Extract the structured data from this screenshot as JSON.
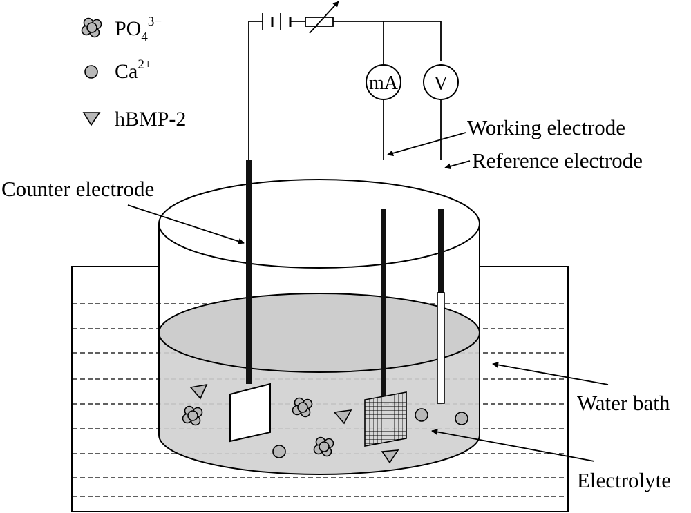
{
  "legend": {
    "phosphate": {
      "base": "PO",
      "subscript": "4",
      "superscript": "3−"
    },
    "calcium": {
      "base": "Ca",
      "superscript": "2+"
    },
    "protein": {
      "text": "hBMP-2"
    }
  },
  "meters": {
    "ammeter": "mA",
    "voltmeter": "V"
  },
  "labels": {
    "working_electrode": "Working electrode",
    "reference_electrode": "Reference electrode",
    "counter_electrode": "Counter electrode",
    "water_bath": "Water bath",
    "electrolyte": "Electrolyte"
  },
  "colors": {
    "electrolyte_fill": "#d0d0d0",
    "particle_fill": "#b8b8b8",
    "line": "#000000"
  }
}
